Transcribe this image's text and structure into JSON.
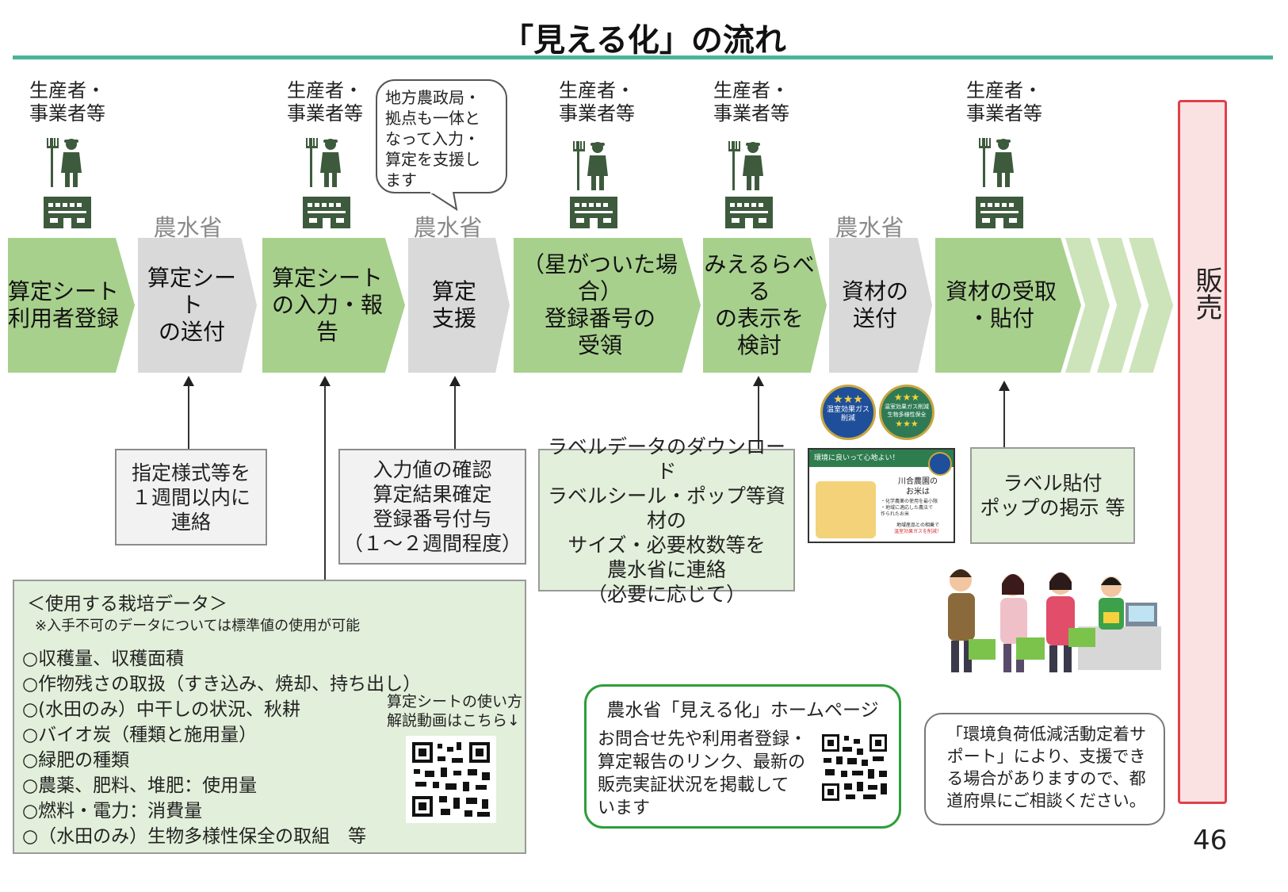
{
  "title": "「見える化」の流れ",
  "actors": {
    "a1": [
      "生産者・",
      "事業者等"
    ],
    "a2": [
      "生産者・",
      "事業者等"
    ],
    "a3": [
      "生産者・",
      "事業者等"
    ],
    "a4": [
      "生産者・",
      "事業者等"
    ],
    "a5": [
      "生産者・",
      "事業者等"
    ]
  },
  "ministry_label": "農水省",
  "bubble": [
    "地方農政局・",
    "拠点も一体と",
    "なって入力・",
    "算定を支援し",
    "ます"
  ],
  "steps": [
    [
      "算定シート",
      "利用者登録"
    ],
    [
      "算定シート",
      "の送付"
    ],
    [
      "算定シート",
      "の入力・報告"
    ],
    [
      "算定",
      "支援"
    ],
    [
      "（星がついた場合）",
      "登録番号の",
      "受領"
    ],
    [
      "みえるらべる",
      "の表示を",
      "検討"
    ],
    [
      "資材の",
      "送付"
    ],
    [
      "資材の受取",
      "・貼付"
    ]
  ],
  "sales": "販売",
  "notes": {
    "n1": [
      "指定様式等を",
      "１週間以内に",
      "連絡"
    ],
    "n2": [
      "入力値の確認",
      "算定結果確定",
      "登録番号付与",
      "（１～２週間程度）"
    ],
    "n3": [
      "ラベルデータのダウンロード",
      "ラベルシール・ポップ等資材の",
      "サイズ・必要枚数等を",
      "農水省に連絡",
      "（必要に応じて）"
    ],
    "n4": [
      "ラベル貼付",
      "ポップの掲示 等"
    ]
  },
  "badges": {
    "b1": [
      "温室効果ガス",
      "削減"
    ],
    "b2": [
      "温室効果ガス削減",
      "生物多様性保全"
    ]
  },
  "poster": {
    "header": "環境に良いって心地よい！",
    "farm": [
      "川合農園の",
      "お米は"
    ],
    "bullets": [
      "・化学農薬の使用を最小限",
      "・地域に適応した農法で",
      "作られたお米"
    ],
    "footer": [
      "地域産品との相乗で",
      "温室効果ガスを削減！"
    ],
    "stamp": "温室効果ガス削減"
  },
  "data_box": {
    "heading": "＜使用する栽培データ＞",
    "note": "※入手不可のデータについては標準値の使用が可能",
    "items": [
      "○収穫量、収穫面積",
      "○作物残さの取扱（すき込み、焼却、持ち出し）",
      "○(水田のみ）中干しの状況、秋耕",
      "○バイオ炭（種類と施用量）",
      "○緑肥の種類",
      "○農薬、肥料、堆肥：使用量",
      "○燃料・電力：消費量",
      "○（水田のみ）生物多様性保全の取組　等"
    ],
    "video": [
      "算定シートの使い方",
      "解説動画はこちら↓"
    ]
  },
  "homepage": {
    "title": "農水省「見える化」ホームページ",
    "body": [
      "お問合せ先や利用者登録・",
      "算定報告のリンク、最新の",
      "販売実証状況を掲載して",
      "います"
    ]
  },
  "support": [
    "「環境負荷低減活動定着サ",
    "ポート」により、支援でき",
    "る場合がありますので、都",
    "道府県にご相談ください。"
  ],
  "page_number": "46"
}
